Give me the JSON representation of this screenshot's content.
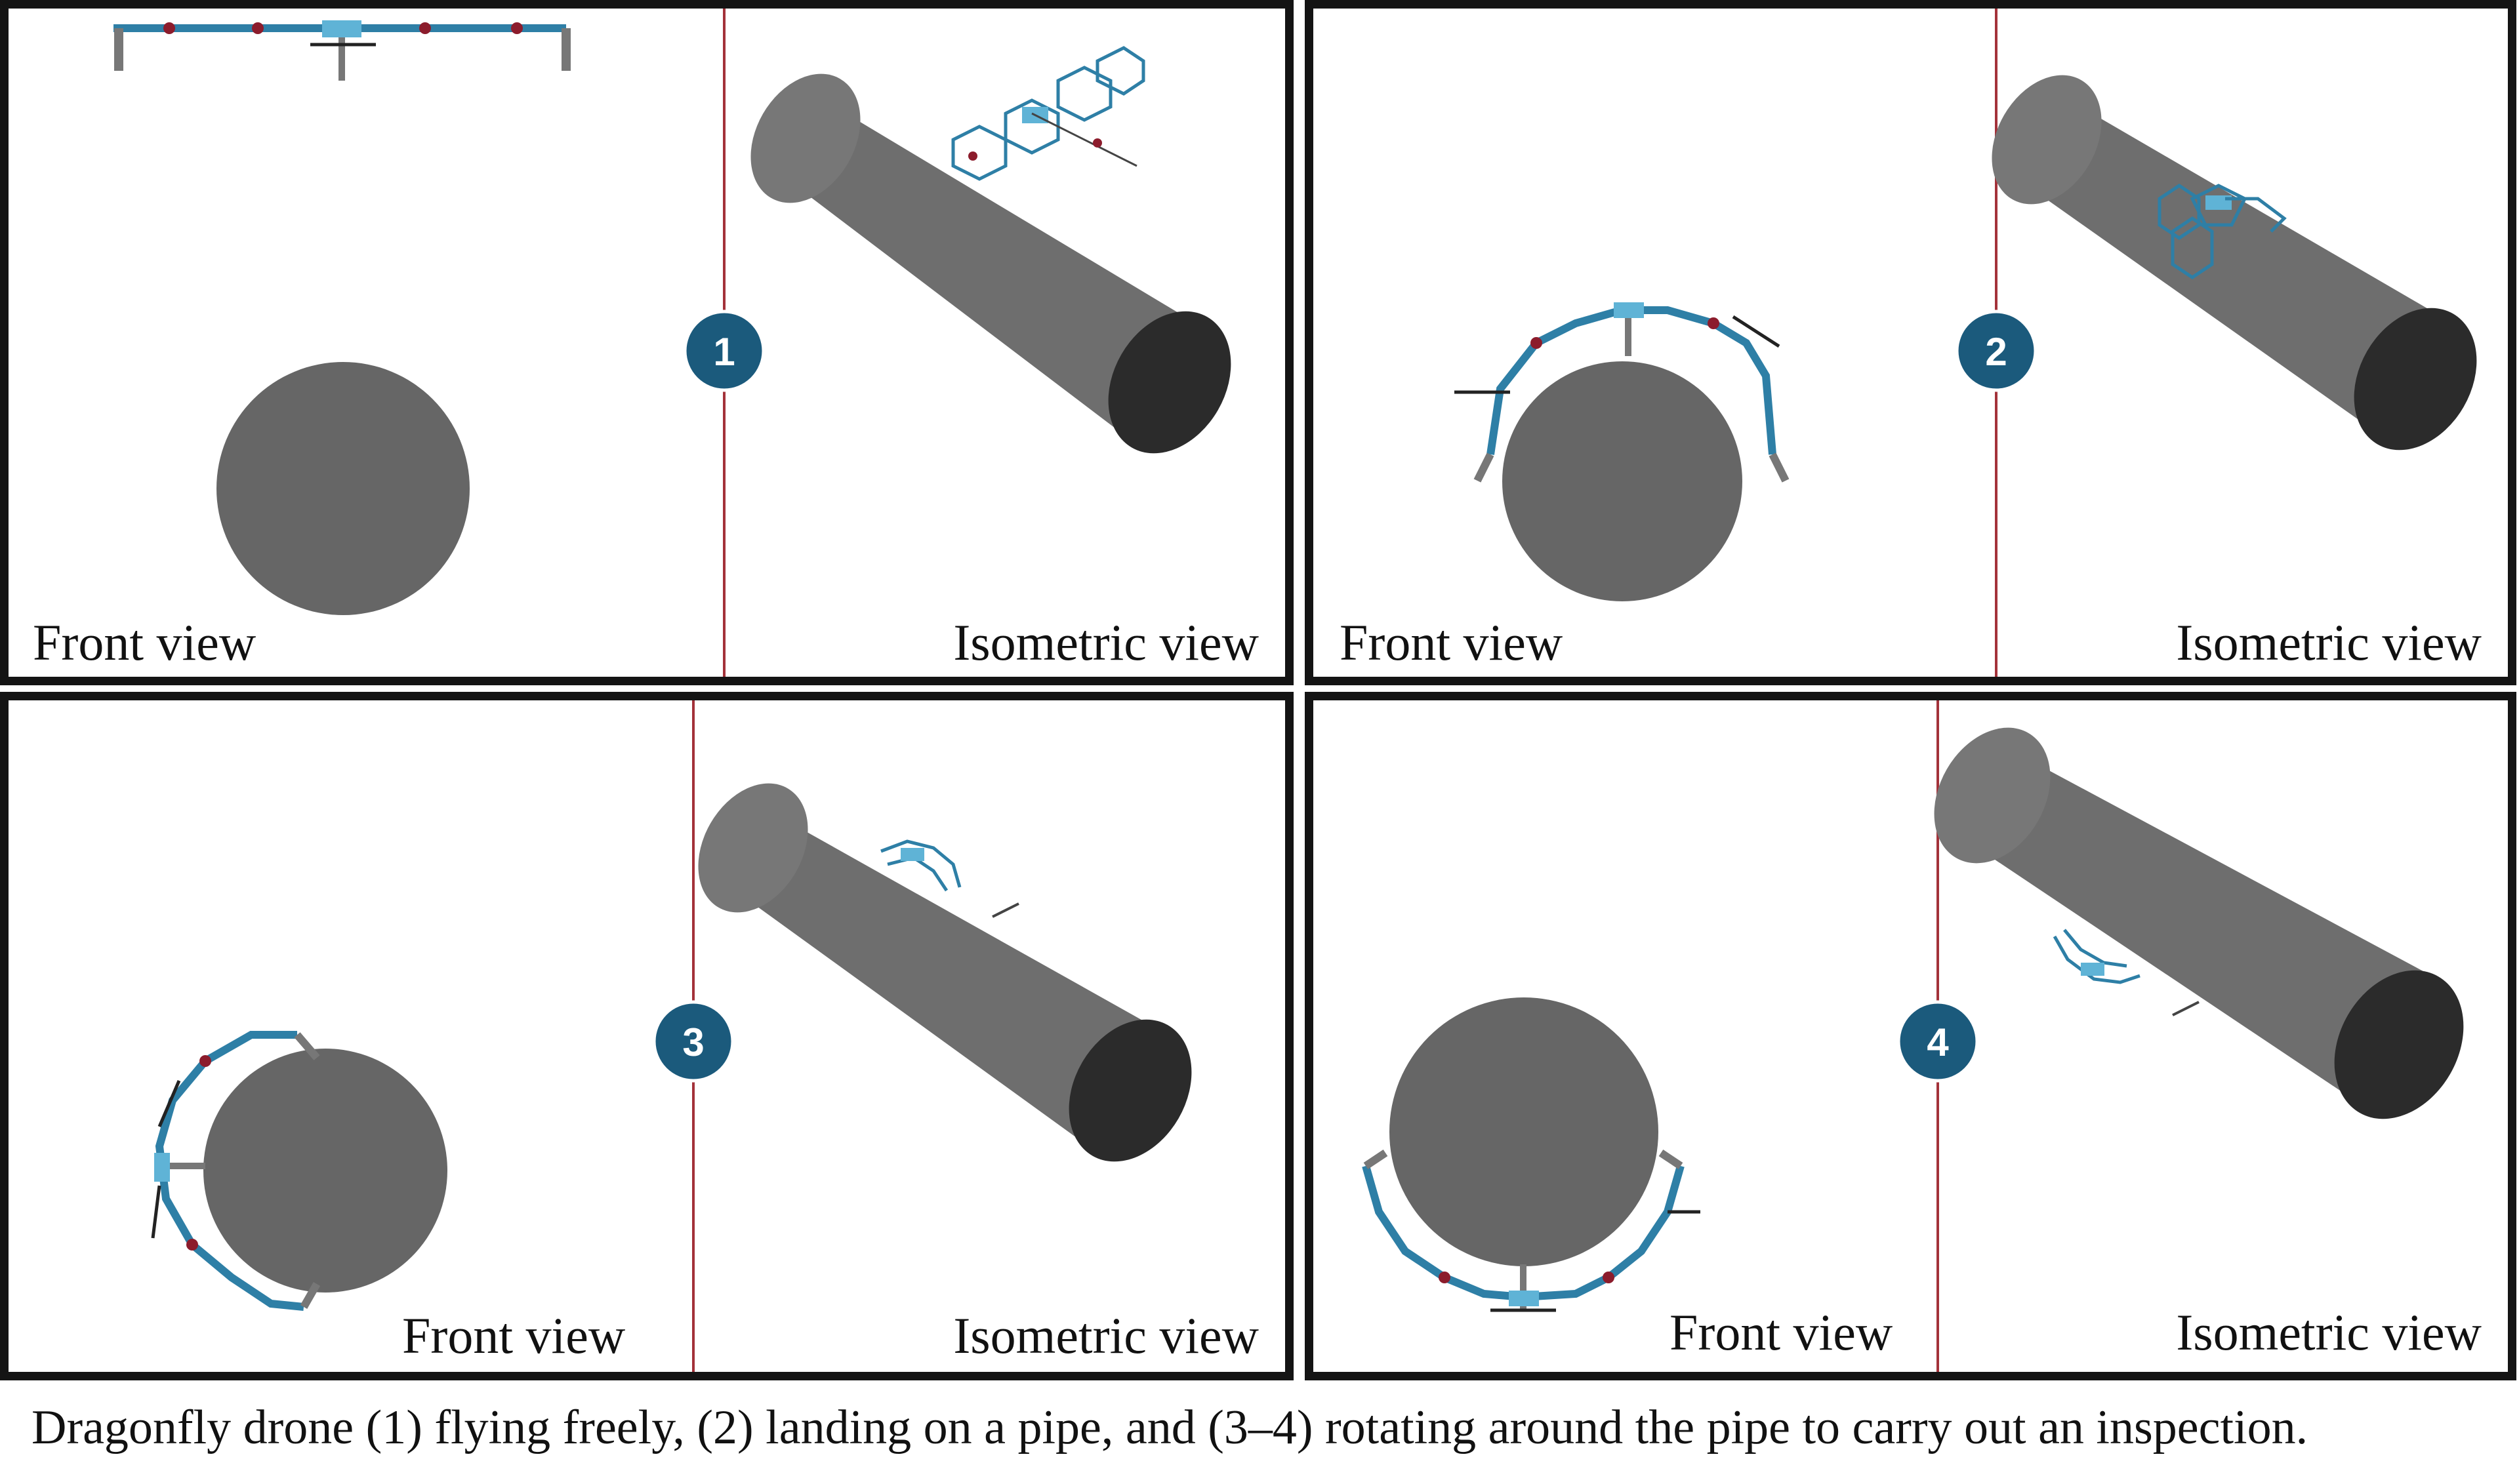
{
  "figure": {
    "caption": "Dragonfly drone (1) flying freely, (2) landing on a pipe, and (3–4) rotating around the pipe to carry out an inspection.",
    "panels": [
      {
        "step": "1",
        "front_label": "Front view",
        "iso_label": "Isometric view"
      },
      {
        "step": "2",
        "front_label": "Front view",
        "iso_label": "Isometric view"
      },
      {
        "step": "3",
        "front_label": "Front view",
        "iso_label": "Isometric view"
      },
      {
        "step": "4",
        "front_label": "Front view",
        "iso_label": "Isometric view"
      }
    ]
  },
  "colors": {
    "border": "#141414",
    "divider": "#a3323a",
    "pipe_side": "#6b6b6b",
    "pipe_end": "#2b2b2b",
    "drone_arm": "#2e7fa6",
    "drone_hub": "#5fb3d6",
    "rotor_hub": "#8c1c2c",
    "badge": "#1b5a7c"
  }
}
